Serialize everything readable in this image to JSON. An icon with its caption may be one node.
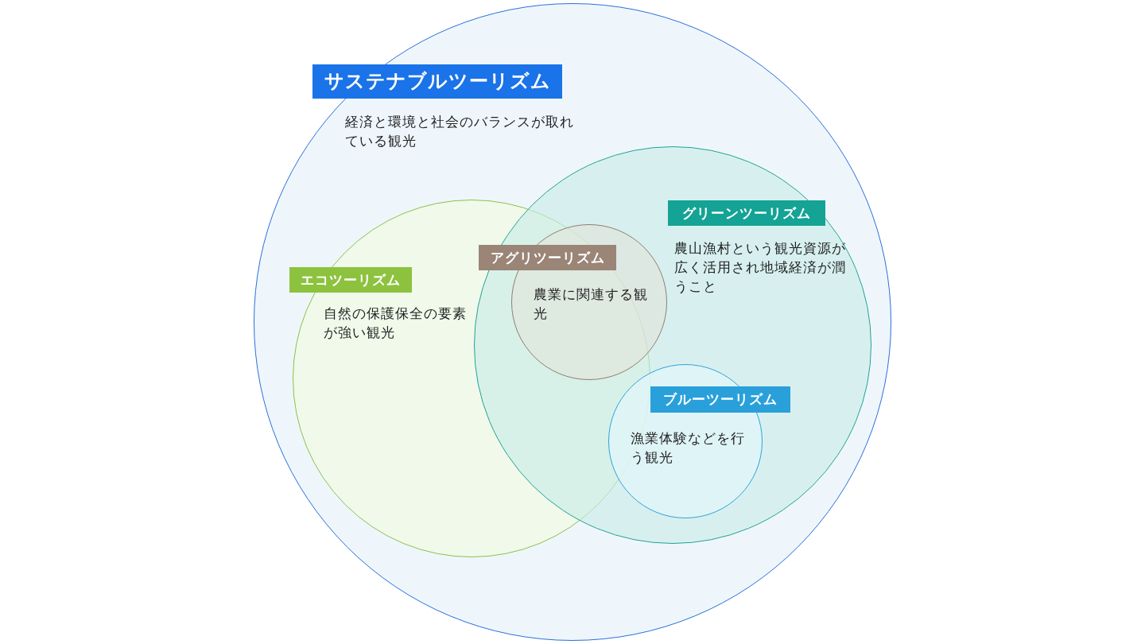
{
  "diagram": {
    "nodes": [
      {
        "text": [
          "サステナブルツーリズム",
          "経済と環境と社会のバランスが取れている観光"
        ]
      },
      {
        "text": [
          "グリーンツーリズム",
          "農山漁村という観光資源が広く活用され地域経済が潤うこと"
        ],
        "in": 0
      },
      {
        "text": [
          "アグリツーリズム",
          "農業に関連する観光"
        ],
        "in": 1
      },
      {
        "text": [
          "エコツーリズム",
          "自然の保護保全の要素が強い観光"
        ],
        "in": 0
      },
      {
        "text": [
          "ブルーツーリズム",
          "漁業体験などを行う観光"
        ],
        "in": 1
      }
    ]
  }
}
